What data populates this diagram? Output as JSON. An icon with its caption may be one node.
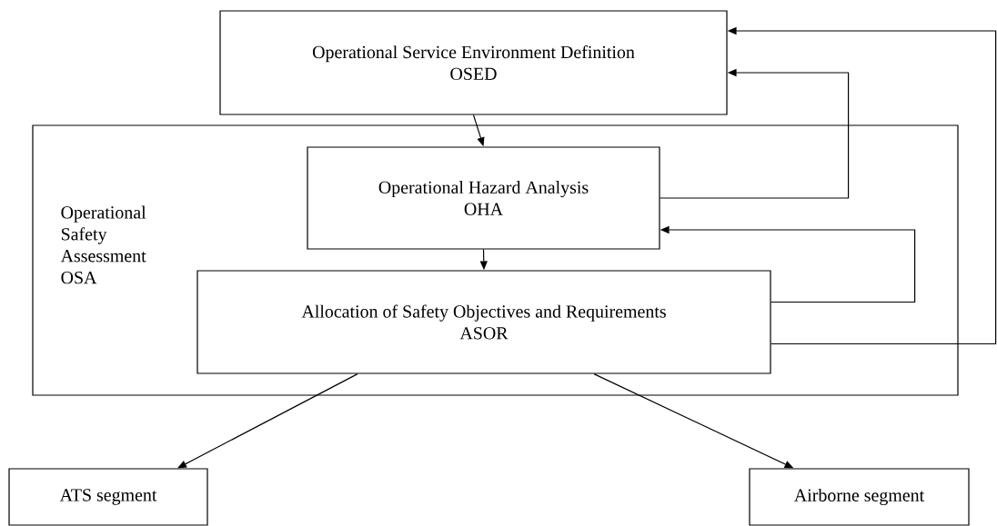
{
  "diagram": {
    "nodes": [
      {
        "text": [
          "Operational Service Environment Definition",
          "OSED"
        ]
      },
      {
        "text": [
          "Operational Safety Assessment OSA"
        ]
      },
      {
        "text": [
          "Operational Hazard Analysis",
          "OHA"
        ],
        "in": 1
      },
      {
        "text": [
          "Allocation of Safety Objectives and Requirements",
          "ASOR"
        ],
        "in": 1
      },
      {
        "text": [
          "ATS segment"
        ]
      },
      {
        "text": [
          "Airborne segment"
        ]
      }
    ],
    "edges": [
      {
        "from": 0,
        "to": 2,
        "arrow": "to"
      },
      {
        "from": 2,
        "to": 0,
        "arrow": "to"
      },
      {
        "from": 2,
        "to": 3,
        "arrow": "to"
      },
      {
        "from": 3,
        "to": 2,
        "arrow": "to"
      },
      {
        "from": 3,
        "to": 0,
        "arrow": "to"
      },
      {
        "from": 3,
        "to": 4,
        "arrow": "to"
      },
      {
        "from": 3,
        "to": 5,
        "arrow": "to"
      }
    ]
  }
}
